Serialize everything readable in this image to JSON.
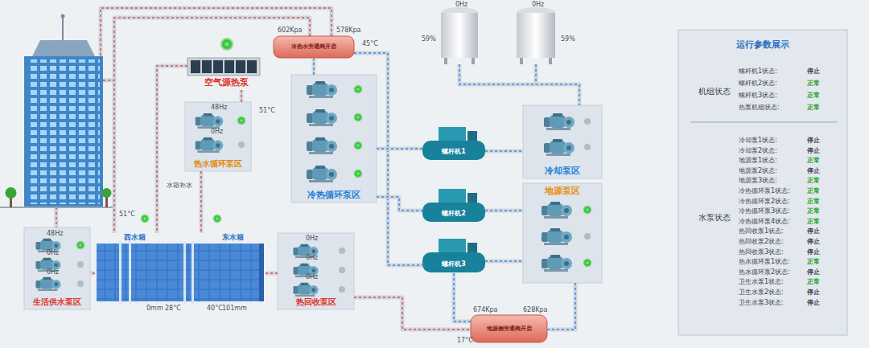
{
  "diagram": {
    "nodes": [
      {
        "text": [
          "空气源热泵"
        ]
      },
      {
        "text": [
          "冷热水旁通阀开启"
        ]
      },
      {
        "text": [
          "热水循环泵区"
        ]
      },
      {
        "text": [
          "冷热循环泵区"
        ]
      },
      {
        "text": [
          "螺杆机1"
        ]
      },
      {
        "text": [
          "冷却泵区"
        ]
      },
      {
        "text": [
          "螺杆机2"
        ]
      },
      {
        "text": [
          "地源泵区"
        ]
      },
      {
        "text": [
          "螺杆机3"
        ]
      },
      {
        "text": [
          "生活供水泵区"
        ]
      },
      {
        "text": [
          "西水箱",
          "东水箱"
        ]
      },
      {
        "text": [
          "热回收泵区"
        ]
      },
      {
        "text": [
          "地源侧旁通阀开启"
        ]
      },
      {
        "text": [
          "运行参数展示"
        ]
      }
    ],
    "edges": [
      {
        "from": 1,
        "to": 3,
        "arrow": "none"
      },
      {
        "from": 3,
        "to": 4,
        "arrow": "none"
      },
      {
        "from": 3,
        "to": 6,
        "arrow": "none"
      },
      {
        "from": 4,
        "to": 5,
        "arrow": "none"
      },
      {
        "from": 6,
        "to": 7,
        "arrow": "none"
      },
      {
        "from": 8,
        "to": 7,
        "arrow": "none"
      },
      {
        "from": 12,
        "to": 7,
        "arrow": "none"
      },
      {
        "from": 11,
        "to": 10,
        "arrow": "none"
      },
      {
        "from": 10,
        "to": 9,
        "arrow": "none"
      },
      {
        "from": 2,
        "to": 0,
        "arrow": "none"
      },
      {
        "from": 2,
        "to": 10,
        "arrow": "none"
      }
    ],
    "labels": [
      "48Hz",
      "0Hz",
      "51°C",
      "51°C",
      "602Kpa",
      "578Kpa",
      "45°C",
      "0Hz",
      "0Hz",
      "59%",
      "59%",
      "水箱补水",
      "48Hz",
      "0Hz",
      "0Hz",
      "0mm",
      "28°C",
      "40°C",
      "101mm",
      "0Hz",
      "0Hz",
      "0Hz",
      "674Kpa",
      "628Kpa",
      "17°C",
      "机组状态",
      "螺杆机1状态:",
      "停止",
      "螺杆机2状态:",
      "正常",
      "螺杆机3状态:",
      "正常",
      "热泵机组状态:",
      "正常",
      "水泵状态",
      "冷却泵1状态:",
      "停止",
      "冷却泵2状态:",
      "停止",
      "地源泵1状态:",
      "正常",
      "地源泵2状态:",
      "停止",
      "地源泵3状态:",
      "正常",
      "冷热循环泵1状态:",
      "正常",
      "冷热循环泵2状态:",
      "正常",
      "冷热循环泵3状态:",
      "正常",
      "冷热循环泵4状态:",
      "正常",
      "热回收泵1状态:",
      "停止",
      "热回收泵2状态:",
      "停止",
      "热回收泵3状态:",
      "停止",
      "热水循环泵1状态:",
      "正常",
      "热水循环泵2状态:",
      "停止",
      "卫生水泵1状态:",
      "正常",
      "卫生水泵2状态:",
      "停止",
      "卫生水泵3状态:",
      "停止"
    ]
  }
}
